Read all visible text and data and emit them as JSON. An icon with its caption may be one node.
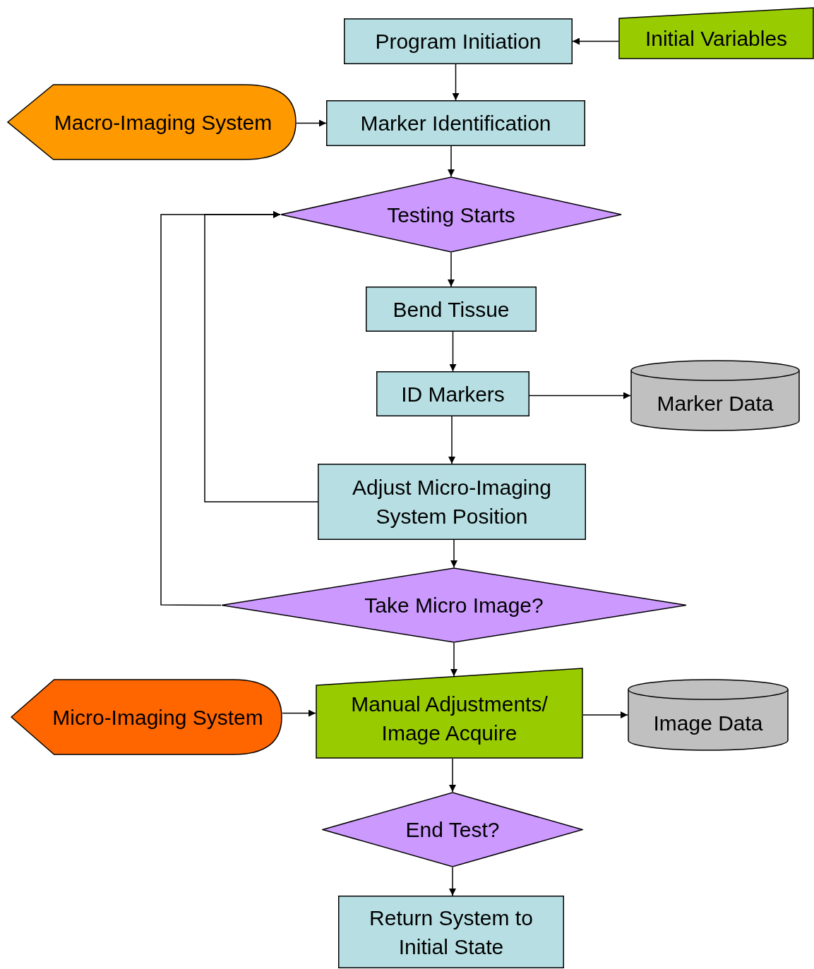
{
  "diagram": {
    "nodes": [
      {
        "text": [
          "Program Initiation"
        ]
      },
      {
        "text": [
          "Initial Variables"
        ]
      },
      {
        "text": [
          "Macro-Imaging System"
        ]
      },
      {
        "text": [
          "Marker Identification"
        ]
      },
      {
        "text": [
          "Testing Starts"
        ]
      },
      {
        "text": [
          "Bend Tissue"
        ]
      },
      {
        "text": [
          "ID Markers"
        ]
      },
      {
        "text": [
          "Marker Data"
        ]
      },
      {
        "text": [
          "Adjust Micro-Imaging System Position"
        ]
      },
      {
        "text": [
          "Take Micro Image?"
        ]
      },
      {
        "text": [
          "Micro-Imaging System"
        ]
      },
      {
        "text": [
          "Manual Adjustments/ Image Acquire"
        ]
      },
      {
        "text": [
          "Image Data"
        ]
      },
      {
        "text": [
          "End Test?"
        ]
      },
      {
        "text": [
          "Return System to Initial State"
        ]
      }
    ],
    "edges": [
      {
        "from": 1,
        "to": 0,
        "arrow": "to"
      },
      {
        "from": 0,
        "to": 3,
        "arrow": "to"
      },
      {
        "from": 2,
        "to": 3,
        "arrow": "to"
      },
      {
        "from": 3,
        "to": 4,
        "arrow": "to"
      },
      {
        "from": 4,
        "to": 5,
        "arrow": "to"
      },
      {
        "from": 5,
        "to": 6,
        "arrow": "to"
      },
      {
        "from": 6,
        "to": 7,
        "arrow": "to"
      },
      {
        "from": 6,
        "to": 8,
        "arrow": "to"
      },
      {
        "from": 8,
        "to": 4,
        "arrow": "to"
      },
      {
        "from": 8,
        "to": 9,
        "arrow": "to"
      },
      {
        "from": 9,
        "to": 4,
        "arrow": "to"
      },
      {
        "from": 9,
        "to": 11,
        "arrow": "to"
      },
      {
        "from": 10,
        "to": 11,
        "arrow": "to"
      },
      {
        "from": 11,
        "to": 12,
        "arrow": "to"
      },
      {
        "from": 11,
        "to": 13,
        "arrow": "to"
      },
      {
        "from": 13,
        "to": 14,
        "arrow": "to"
      }
    ]
  }
}
